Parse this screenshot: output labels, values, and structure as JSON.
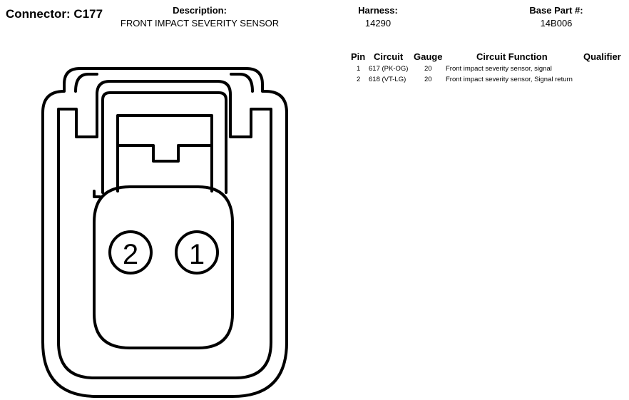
{
  "connector": {
    "label": "Connector:",
    "id": "C177"
  },
  "description": {
    "label": "Description:",
    "value": "FRONT IMPACT SEVERITY SENSOR"
  },
  "harness": {
    "label": "Harness:",
    "value": "14290"
  },
  "base_part": {
    "label": "Base Part #:",
    "value": "14B006"
  },
  "pin_table": {
    "headers": {
      "pin": "Pin",
      "circuit": "Circuit",
      "gauge": "Gauge",
      "function": "Circuit Function",
      "qualifier": "Qualifier"
    },
    "rows": [
      {
        "pin": "1",
        "circuit": "617 (PK-OG)",
        "gauge": "20",
        "function": "Front impact severity sensor, signal",
        "qualifier": ""
      },
      {
        "pin": "2",
        "circuit": "618 (VT-LG)",
        "gauge": "20",
        "function": "Front impact severity sensor, Signal return",
        "qualifier": ""
      }
    ]
  },
  "diagram": {
    "pin_labels": [
      "2",
      "1"
    ]
  }
}
